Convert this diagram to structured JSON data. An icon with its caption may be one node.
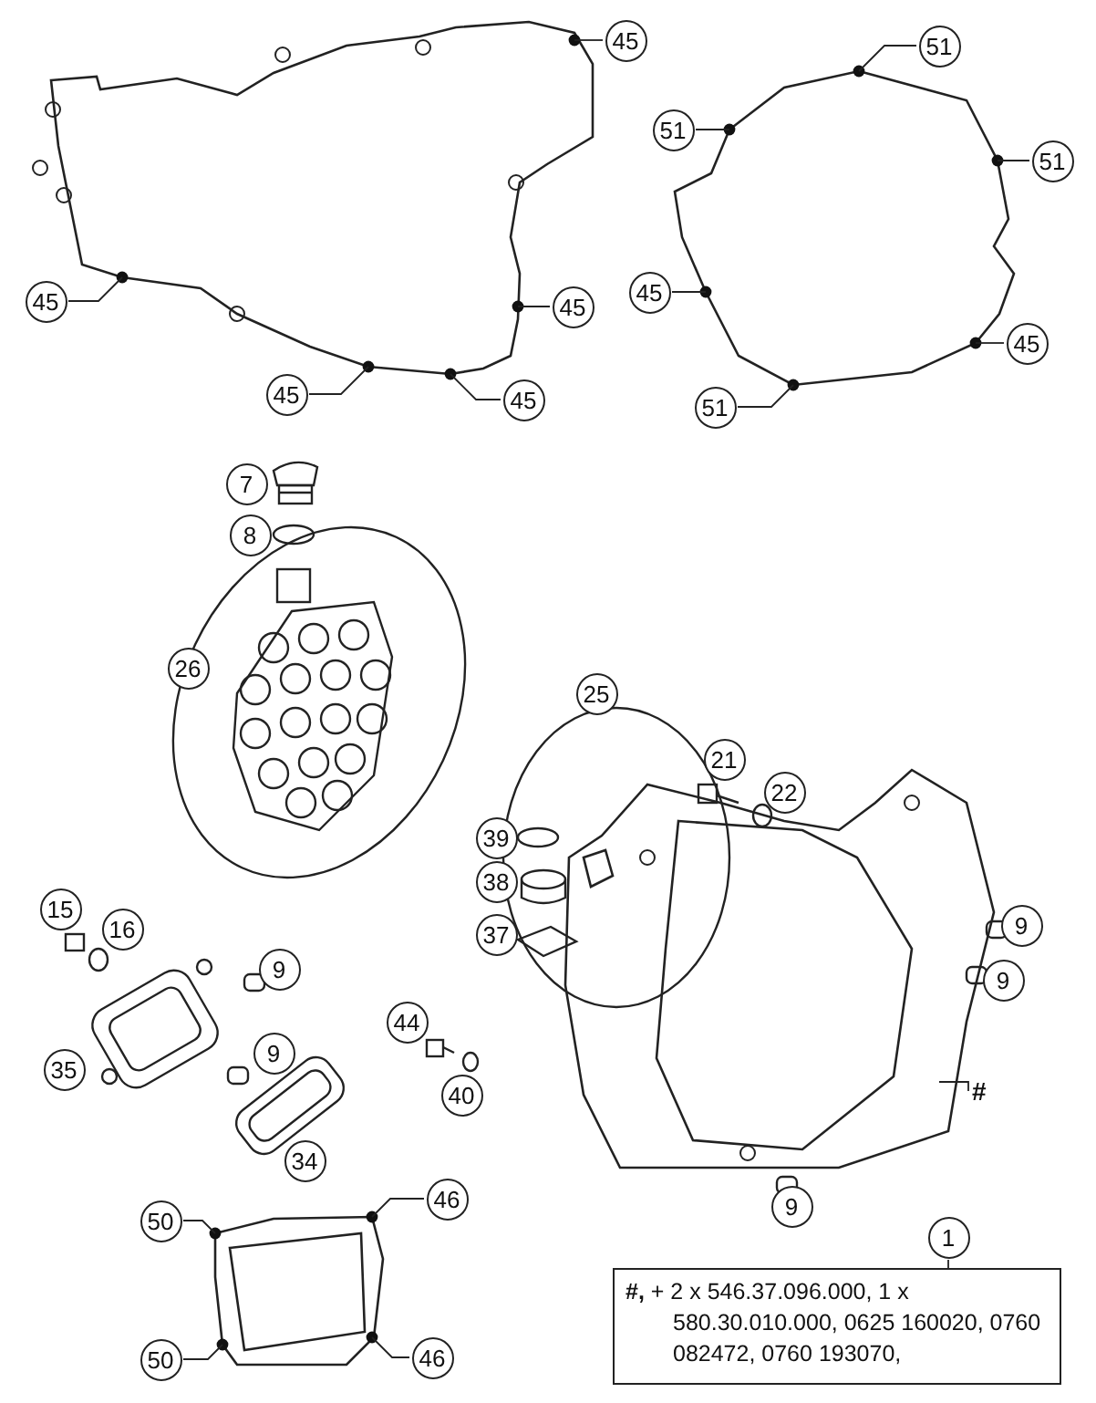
{
  "diagram": {
    "nodes": [
      {
        "text": [],
        "shape": "picture"
      },
      {
        "text": [],
        "shape": "picture"
      },
      {
        "text": [],
        "shape": "picture"
      },
      {
        "text": [],
        "shape": "picture"
      },
      {
        "text": [
          "**#,** + 2 x 546.37.096.000, 1 x 580.30.010.000, 0625 160020, 0760 082472, 0760 193070,"
        ]
      },
      {
        "text": [
          "45"
        ]
      },
      {
        "text": [
          "51"
        ]
      },
      {
        "text": [
          "51"
        ]
      },
      {
        "text": [
          "51"
        ]
      },
      {
        "text": [
          "45"
        ]
      },
      {
        "text": [
          "45"
        ]
      },
      {
        "text": [
          "45"
        ]
      },
      {
        "text": [
          "45"
        ]
      },
      {
        "text": [
          "45"
        ]
      },
      {
        "text": [
          "45"
        ]
      },
      {
        "text": [
          "51"
        ]
      },
      {
        "text": [
          "#"
        ]
      },
      {
        "text": [
          "46"
        ]
      },
      {
        "text": [
          "50"
        ]
      },
      {
        "text": [
          "1"
        ]
      },
      {
        "text": [
          "46"
        ]
      },
      {
        "text": [
          "50"
        ]
      },
      {
        "text": [
          "7"
        ]
      },
      {
        "text": [
          "8"
        ]
      },
      {
        "text": [
          "26"
        ]
      },
      {
        "text": [
          "25"
        ]
      },
      {
        "text": [
          "21"
        ]
      },
      {
        "text": [
          "22"
        ]
      },
      {
        "text": [
          "39"
        ]
      },
      {
        "text": [
          "38"
        ]
      },
      {
        "text": [
          "15"
        ]
      },
      {
        "text": [
          "37"
        ]
      },
      {
        "text": [
          "9"
        ]
      },
      {
        "text": [
          "16"
        ]
      },
      {
        "text": [
          "9"
        ]
      },
      {
        "text": [
          "9"
        ]
      },
      {
        "text": [
          "44"
        ]
      },
      {
        "text": [
          "9"
        ]
      },
      {
        "text": [
          "35"
        ]
      },
      {
        "text": [
          "40"
        ]
      },
      {
        "text": [
          "34"
        ]
      },
      {
        "text": [
          "9"
        ]
      }
    ],
    "edges": [
      {
        "from": 5,
        "to": 0,
        "arrow": "none"
      },
      {
        "from": 6,
        "to": 1,
        "arrow": "none"
      },
      {
        "from": 7,
        "to": 1,
        "arrow": "none"
      },
      {
        "from": 8,
        "to": 1,
        "arrow": "none"
      },
      {
        "from": 9,
        "to": 1,
        "arrow": "none"
      },
      {
        "from": 10,
        "to": 0,
        "arrow": "none"
      },
      {
        "from": 11,
        "to": 0,
        "arrow": "none"
      },
      {
        "from": 12,
        "to": 1,
        "arrow": "none"
      },
      {
        "from": 13,
        "to": 0,
        "arrow": "none"
      },
      {
        "from": 14,
        "to": 0,
        "arrow": "none"
      },
      {
        "from": 15,
        "to": 1,
        "arrow": "none"
      },
      {
        "from": 16,
        "to": 2,
        "arrow": "none"
      },
      {
        "from": 17,
        "to": 3,
        "arrow": "none"
      },
      {
        "from": 18,
        "to": 3,
        "arrow": "none"
      },
      {
        "from": 19,
        "to": 4,
        "arrow": "none"
      },
      {
        "from": 20,
        "to": 3,
        "arrow": "none"
      },
      {
        "from": 21,
        "to": 3,
        "arrow": "none"
      }
    ]
  }
}
